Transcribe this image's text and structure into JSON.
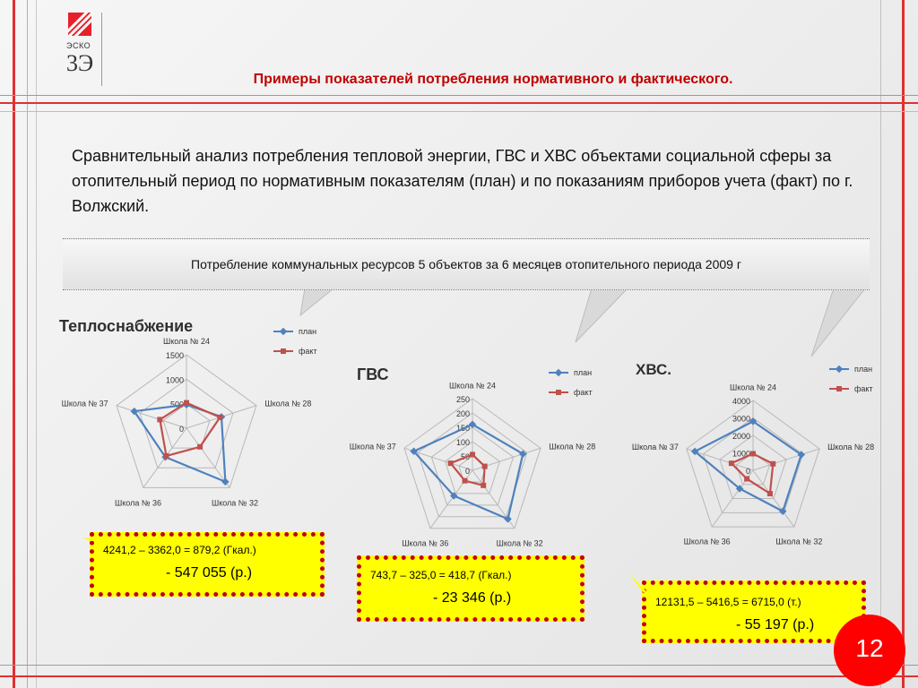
{
  "logo": {
    "name": "ЭСКО",
    "sub": "3Э"
  },
  "title": "Примеры показателей потребления нормативного и фактического.",
  "intro": "Сравнительный анализ потребления тепловой энергии, ГВС и ХВС объектами социальной сферы за отопительный период по нормативным показателям (план) и по показаниям приборов учета (факт) по г. Волжский.",
  "banner": "Потребление коммунальных ресурсов 5 объектов за 6 месяцев отопительного периода 2009 г",
  "colors": {
    "plan": "#4f81bd",
    "fact": "#c0504d",
    "accent": "#c00000",
    "box_fill": "#ffff00",
    "box_border": "#c0001a",
    "page_badge": "#ff0000"
  },
  "boxes": [
    {
      "line1": "4241,2 – 3362,0 = 879,2 (Гкал.)",
      "line2": "- 547 055 (р.)"
    },
    {
      "line1": "743,7 – 325,0 = 418,7 (Гкал.)",
      "line2": "- 23 346 (р.)"
    },
    {
      "line1": "12131,5 – 5416,5 = 6715,0 (т.)",
      "line2": "-  55 197 (р.)"
    }
  ],
  "page_number": "12",
  "chart_data": [
    {
      "type": "radar",
      "title": "Теплоснабжение",
      "categories": [
        "Школа № 24",
        "Школа № 28",
        "Школа № 32",
        "Школа № 36",
        "Школа № 37"
      ],
      "ticks": [
        "0",
        "500",
        "1000",
        "1500"
      ],
      "ylim": [
        0,
        1500
      ],
      "grid": true,
      "legend": "top-right",
      "series": [
        {
          "name": "план",
          "values": [
            480,
            750,
            1350,
            730,
            1120
          ]
        },
        {
          "name": "факт",
          "values": [
            520,
            720,
            470,
            700,
            570
          ]
        }
      ]
    },
    {
      "type": "radar",
      "title": "ГВС",
      "categories": [
        "Школа № 24",
        "Школа № 28",
        "Школа № 32",
        "Школа № 36",
        "Школа № 37"
      ],
      "ticks": [
        "0",
        "50",
        "100",
        "150",
        "200",
        "250"
      ],
      "ylim": [
        0,
        250
      ],
      "grid": true,
      "legend": "top-right",
      "series": [
        {
          "name": "план",
          "values": [
            160,
            185,
            210,
            110,
            215
          ]
        },
        {
          "name": "факт",
          "values": [
            55,
            45,
            65,
            45,
            80
          ]
        }
      ]
    },
    {
      "type": "radar",
      "title": "ХВС.",
      "categories": [
        "Школа № 24",
        "Школа № 28",
        "Школа № 32",
        "Школа № 36",
        "Школа № 37"
      ],
      "ticks": [
        "0",
        "1000",
        "2000",
        "3000",
        "4000"
      ],
      "ylim": [
        0,
        4000
      ],
      "grid": true,
      "legend": "top-right",
      "series": [
        {
          "name": "план",
          "values": [
            2800,
            2900,
            2900,
            1300,
            3500
          ]
        },
        {
          "name": "факт",
          "values": [
            950,
            1200,
            1650,
            600,
            1300
          ]
        }
      ]
    }
  ]
}
